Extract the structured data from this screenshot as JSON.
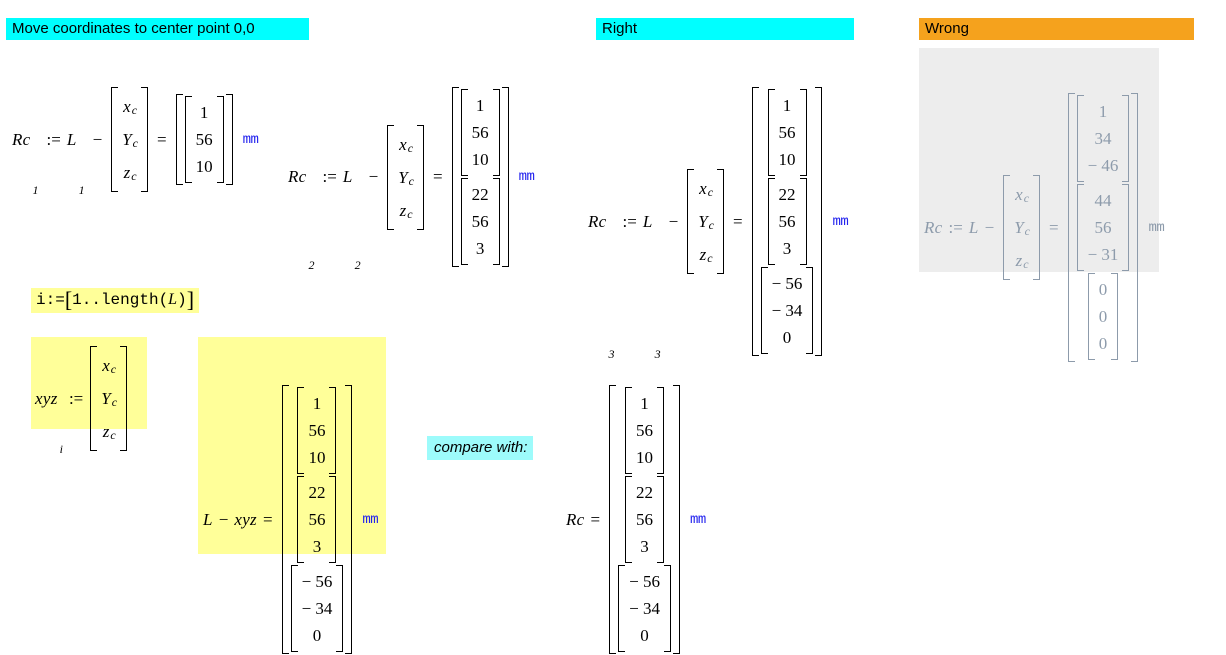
{
  "banners": {
    "move": "Move coordinates to center point 0,0",
    "right": "Right",
    "wrong": "Wrong"
  },
  "symbols": {
    "assign": ":=",
    "equals": "=",
    "minus": "−",
    "unit": "mm",
    "xc": "x",
    "yc": "Y",
    "zc": "z",
    "csub": "c",
    "Rc": "Rc",
    "L": "L",
    "xyz": "xyz",
    "i": "i"
  },
  "eq1": {
    "lhs": "Rc",
    "lhs_sub": "1",
    "rhs_var": "L",
    "rhs_sub": "1",
    "result": [
      [
        "1",
        "56",
        "10"
      ]
    ],
    "unit": "mm"
  },
  "eq2": {
    "lhs": "Rc",
    "lhs_sub": "2",
    "rhs_var": "L",
    "rhs_sub": "2",
    "result": [
      [
        "1",
        "56",
        "10"
      ],
      [
        "22",
        "56",
        "3"
      ]
    ],
    "unit": "mm"
  },
  "eq3": {
    "lhs": "Rc",
    "lhs_sub": "3",
    "rhs_var": "L",
    "rhs_sub": "3",
    "result": [
      [
        "1",
        "56",
        "10"
      ],
      [
        "22",
        "56",
        "3"
      ],
      [
        "− 56",
        "− 34",
        "0"
      ]
    ],
    "unit": "mm"
  },
  "wrong": {
    "lhs": "Rc",
    "rhs_var": "L",
    "result": [
      [
        "1",
        "34",
        "− 46"
      ],
      [
        "44",
        "56",
        "− 31"
      ],
      [
        "0",
        "0",
        "0"
      ]
    ],
    "unit": "mm"
  },
  "index_def": {
    "text_pre": "i",
    "assign": ":=",
    "range": "1..length",
    "arg": "L"
  },
  "xyz_def": {
    "name": "xyz",
    "sub": "i",
    "assign": ":=",
    "components": [
      "x",
      "Y",
      "z"
    ],
    "component_sub": "c"
  },
  "lxyz": {
    "lhs_a": "L",
    "op": "−",
    "lhs_b": "xyz",
    "equals": "=",
    "result": [
      [
        "1",
        "56",
        "10"
      ],
      [
        "22",
        "56",
        "3"
      ],
      [
        "− 56",
        "− 34",
        "0"
      ]
    ],
    "unit": "mm"
  },
  "compare_label": "compare with:",
  "rc_final": {
    "lhs": "Rc",
    "equals": "=",
    "result": [
      [
        "1",
        "56",
        "10"
      ],
      [
        "22",
        "56",
        "3"
      ],
      [
        "− 56",
        "− 34",
        "0"
      ]
    ],
    "unit": "mm"
  },
  "colors": {
    "cyan": "#00ffff",
    "orange": "#f5a21d",
    "yellow": "#ffff99",
    "grey_panel": "#ededed",
    "grey_text": "#8d9bab",
    "unit_blue": "#2222ee"
  }
}
